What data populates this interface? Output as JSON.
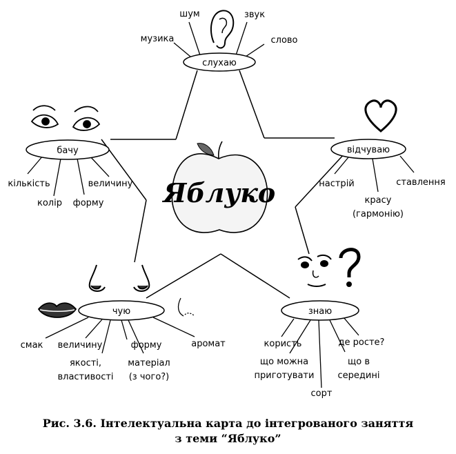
{
  "center": {
    "label": "Яблуко"
  },
  "nodes": {
    "hear": {
      "label": "слухаю",
      "branches": [
        "шум",
        "звук",
        "музика",
        "слово"
      ]
    },
    "see": {
      "label": "бачу",
      "branches": [
        "кількість",
        "колір",
        "форму",
        "величину"
      ]
    },
    "feel": {
      "label": "відчуваю",
      "branches": [
        "настрій",
        "ставлення",
        "красу",
        "(гармонію)"
      ]
    },
    "smell": {
      "label": "чую",
      "branches": [
        "смак",
        "величину",
        "форму",
        "аромат",
        "якості,",
        "властивості",
        "матеріал",
        "(з чого?)"
      ]
    },
    "know": {
      "label": "знаю",
      "branches": [
        "користь",
        "де росте?",
        "що можна",
        "приготувати",
        "що в",
        "середині",
        "сорт"
      ]
    }
  },
  "caption": {
    "line1": "Рис. 3.6. Інтелектуальна карта до інтегрованого заняття",
    "line2": "з теми “Яблуко”"
  },
  "icons": [
    "ear-icon",
    "eyes-icon",
    "heart-icon",
    "nose-icon",
    "lips-icon",
    "face-icon",
    "question-mark-icon",
    "apple-icon",
    "sniff-icon"
  ]
}
